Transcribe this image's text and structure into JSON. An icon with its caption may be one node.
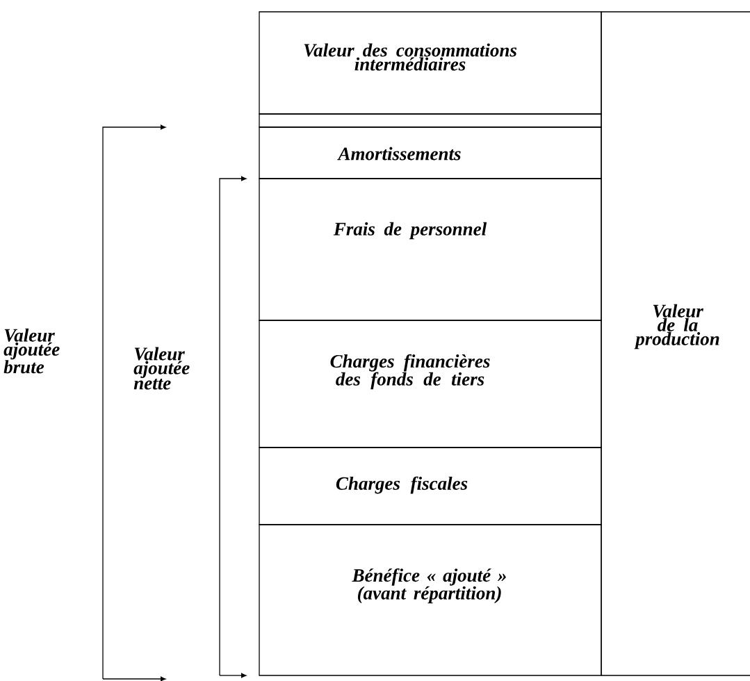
{
  "diagram": {
    "nodes": [
      {
        "text": [
          "Valeur des consommations intermédiaires"
        ]
      },
      {
        "text": [],
        "shape": "box"
      },
      {
        "text": [
          "Amortissements"
        ]
      },
      {
        "text": [
          "Frais de personnel"
        ]
      },
      {
        "text": [
          "Charges financières des fonds de tiers"
        ]
      },
      {
        "text": [
          "Charges fiscales"
        ]
      },
      {
        "text": [
          "Bénéfice « ajouté » (avant répartition)"
        ]
      },
      {
        "text": [
          "Valeur de la production"
        ]
      }
    ],
    "labels": [
      "Valeur ajoutée brute",
      "Valeur ajoutée nette"
    ]
  }
}
